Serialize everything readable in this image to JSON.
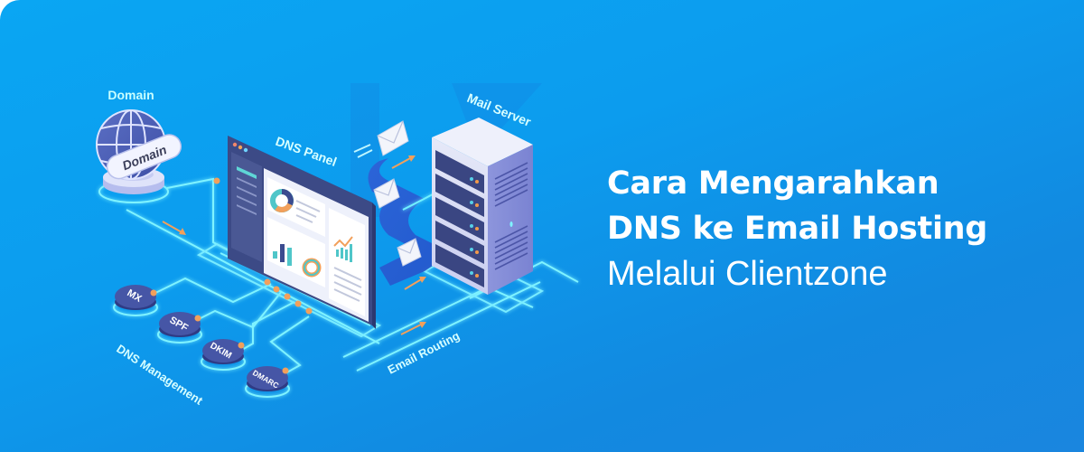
{
  "banner": {
    "headline": {
      "line1": "Cara Mengarahkan",
      "line2": "DNS ke Email Hosting",
      "line3": "Melalui Clientzone"
    },
    "illustration": {
      "domain": {
        "title": "Domain",
        "badge": "Domain",
        "icon": "globe-icon"
      },
      "dns_panel": {
        "title": "DNS Panel",
        "icon": "dashboard-window-icon"
      },
      "mail_server": {
        "title": "Mail Server",
        "icon": "server-rack-icon"
      },
      "dns_management": {
        "title": "DNS Management",
        "records": [
          "MX",
          "SPF",
          "DKIM",
          "DMARC"
        ]
      },
      "email_routing": {
        "title": "Email Routing",
        "icon": "envelope-icon"
      }
    },
    "colors": {
      "background_start": "#0aa6f3",
      "background_end": "#1a86df",
      "text": "#ffffff",
      "node_dark": "#3a4a9a",
      "accent_orange": "#f29a4a",
      "glow_cyan": "#6ff1ff"
    }
  }
}
